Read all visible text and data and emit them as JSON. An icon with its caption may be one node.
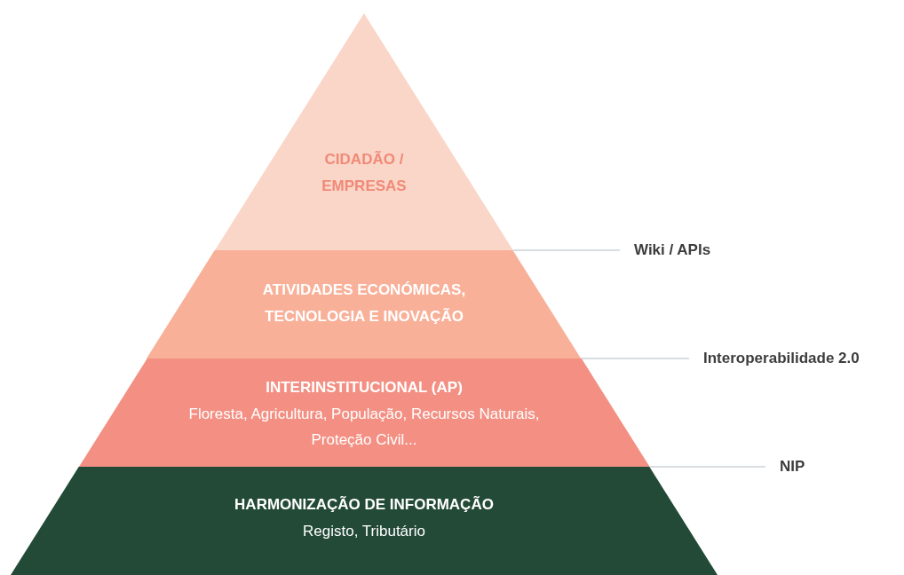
{
  "diagram": {
    "nodes": [
      {
        "text": [
          "CIDADÃO / EMPRESAS"
        ]
      },
      {
        "text": [
          "ATIVIDADES ECONÓMICAS, TECNOLOGIA E INOVAÇÃO"
        ]
      },
      {
        "text": [
          "INTERINSTITUCIONAL (AP)",
          "Floresta, Agricultura, População, Recursos Naturais, Proteção Civil..."
        ]
      },
      {
        "text": [
          "HARMONIZAÇÃO DE INFORMAÇÃO",
          "Registo, Tributário"
        ]
      },
      {
        "text": [
          "Wiki / APIs"
        ]
      },
      {
        "text": [
          "Interoperabilidade 2.0"
        ]
      },
      {
        "text": [
          "NIP"
        ]
      }
    ],
    "edges": [
      {
        "from": 4,
        "to": 0,
        "arrow": "none"
      },
      {
        "from": 5,
        "to": 1,
        "arrow": "none"
      },
      {
        "from": 6,
        "to": 2,
        "arrow": "none"
      }
    ]
  }
}
